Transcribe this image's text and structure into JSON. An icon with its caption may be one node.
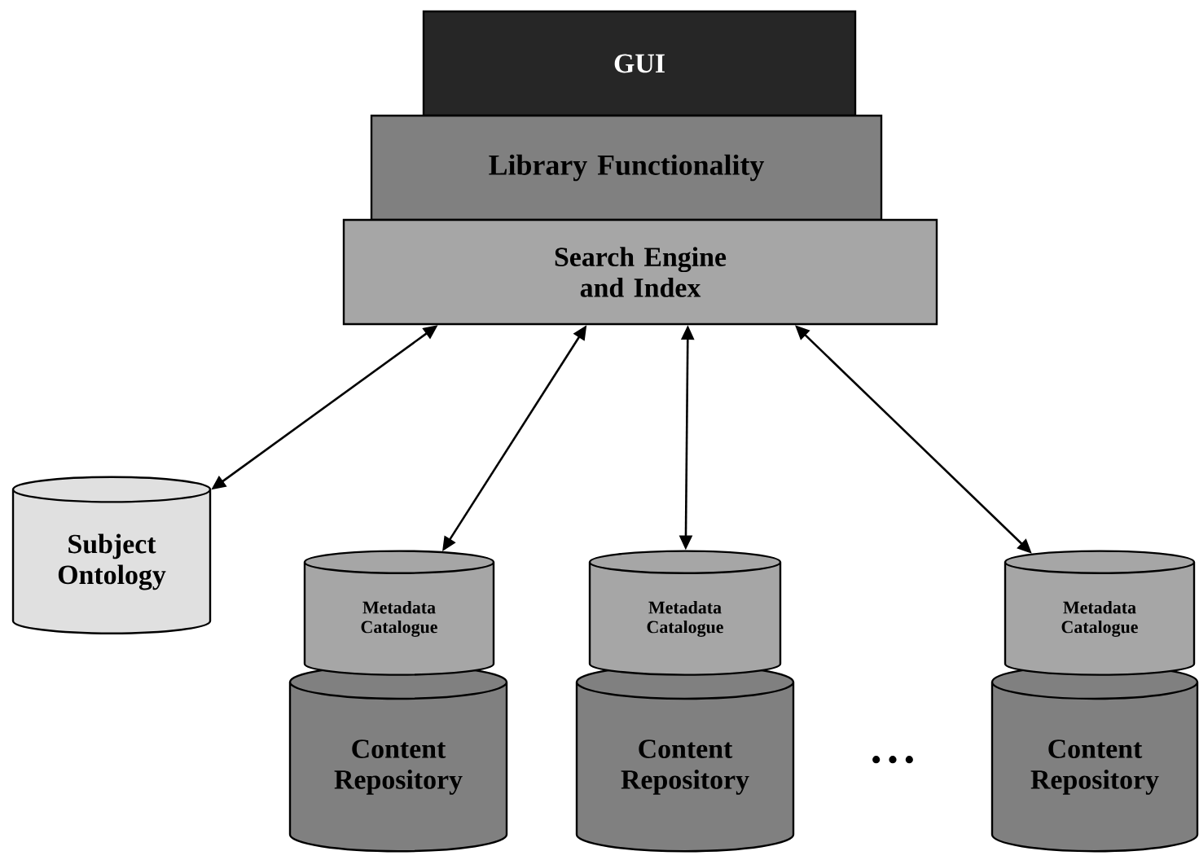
{
  "diagram": {
    "nodes": [
      {
        "text": [
          "GUI"
        ]
      },
      {
        "text": [
          "Library Functionality"
        ]
      },
      {
        "text": [
          "Search Engine and Index"
        ]
      },
      {
        "text": [
          "Subject Ontology"
        ]
      },
      {
        "text": [
          "Metadata Catalogue"
        ]
      },
      {
        "text": [
          "Content Repository"
        ]
      },
      {
        "text": [
          "Metadata Catalogue"
        ]
      },
      {
        "text": [
          "Content Repository"
        ]
      },
      {
        "text": [
          "Metadata Catalogue"
        ]
      },
      {
        "text": [
          "Content Repository"
        ]
      }
    ],
    "edges": [
      {
        "from": 2,
        "to": 3,
        "arrow": "both"
      },
      {
        "from": 2,
        "to": 4,
        "arrow": "both"
      },
      {
        "from": 2,
        "to": 6,
        "arrow": "both"
      },
      {
        "from": 2,
        "to": 8,
        "arrow": "both"
      }
    ],
    "labels": [
      "• • •"
    ]
  }
}
